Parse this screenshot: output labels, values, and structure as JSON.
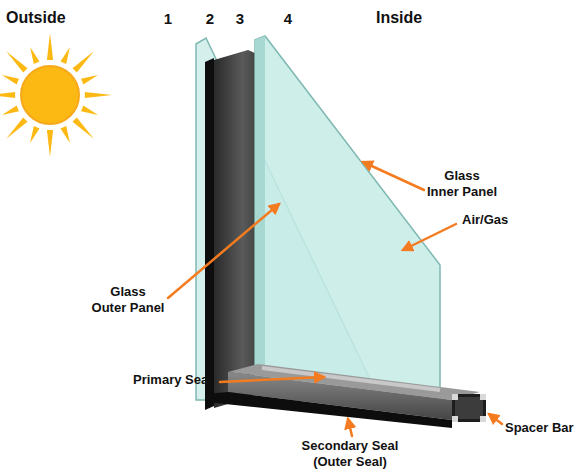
{
  "diagram": {
    "labels": [
      "Outside",
      "1",
      "2",
      "3",
      "4",
      "Inside",
      "Glass Inner Panel",
      "Air/Gas",
      "Glass Outer Panel",
      "Primary Seal",
      "Spacer Bar",
      "Secondary Seal (Outer Seal)"
    ]
  }
}
